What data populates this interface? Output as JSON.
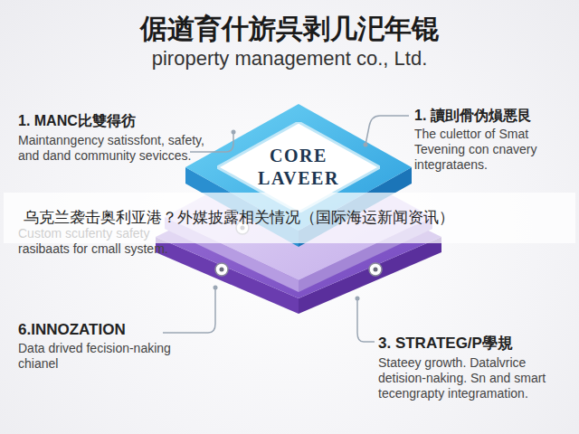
{
  "diagram": {
    "title": "倨遒育什旂呉剥几汜年锟",
    "nodes": [
      {
        "text": [
          "CORE LAVEER"
        ]
      },
      {
        "text": [
          "乌克兰袭击奥利亚港？外媒披露相关情况（国际海运新闻资讯）"
        ]
      }
    ],
    "labels": [
      "piroperty management co., Ltd.",
      "1. MANC比雙得彷",
      "Maintanngency satissfont, safety, and dand community sevicces.",
      "1. 讀刞傦伪熉悪艮",
      "The culettor of Smat Tevening con cnavery integrataens.",
      "Custom scufenty safety rasibaats for cmall system.",
      "6.INNOZATION",
      "Data drived fecision-naking chianel",
      "3. STRATEG/P學規",
      "Stateey growth. Datalvrice detision-naking. Sn and smart tecengrapty integramation."
    ]
  }
}
